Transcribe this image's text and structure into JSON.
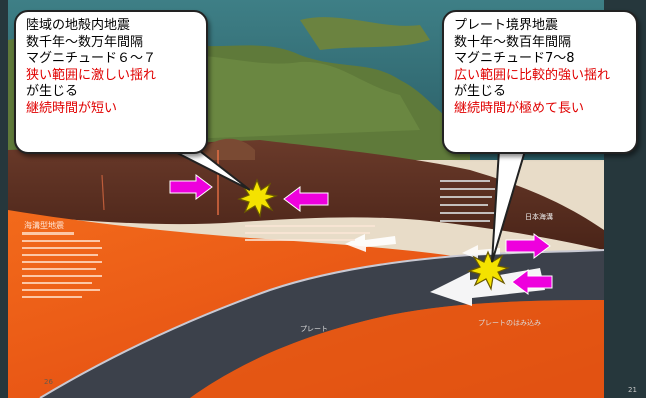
{
  "colors": {
    "text_black": "#000000",
    "text_red": "#e00000",
    "arrow_magenta": "#ee00dd",
    "burst_yellow": "#f4e200",
    "burst_outline": "#6b5a00",
    "magma": "#f06018",
    "oceanic_plate": "#3a3e48",
    "crust_brown": "#5a2f22"
  },
  "callouts": {
    "inland": {
      "lines": [
        {
          "text": "陸域の地殻内地震",
          "color": "#000000"
        },
        {
          "text": "数千年～数万年間隔",
          "color": "#000000"
        },
        {
          "text": "マグニチュード６～７",
          "color": "#000000"
        },
        {
          "text": "狭い範囲に激しい揺れ",
          "color": "#e00000"
        },
        {
          "text": "が生じる",
          "color": "#000000"
        },
        {
          "text": "継続時間が短い",
          "color": "#e00000"
        }
      ]
    },
    "boundary": {
      "lines": [
        {
          "text": "プレート境界地震",
          "color": "#000000"
        },
        {
          "text": "数十年～数百年間隔",
          "color": "#000000"
        },
        {
          "text": "マグニチュード7～8",
          "color": "#000000"
        },
        {
          "text": "広い範囲に比較的強い揺れ",
          "color": "#e00000"
        },
        {
          "text": "が生じる",
          "color": "#000000"
        },
        {
          "text": "継続時間が極めて長い",
          "color": "#e00000"
        }
      ]
    }
  },
  "background_labels": {
    "page_number": "26",
    "slide_number": "21",
    "plate_label": "プレート",
    "plate_subduct_label": "プレートのはみ込み",
    "japan_sea": "日本海溝",
    "oceanic_quake": "海溝型地震"
  },
  "icons": [
    "earthquake-burst-icon",
    "force-arrow-icon",
    "plate-motion-arrow-icon"
  ]
}
